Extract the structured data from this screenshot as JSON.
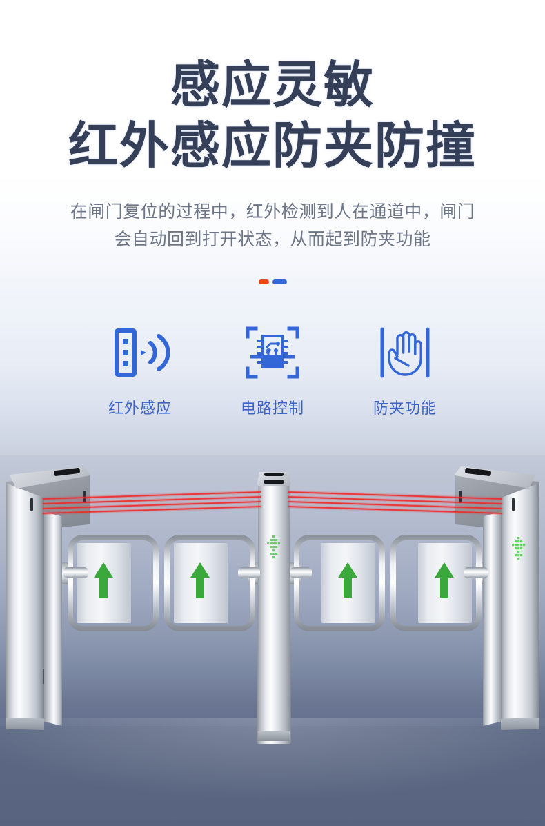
{
  "headline": {
    "line1": "感应灵敏",
    "line2": "红外感应防夹防撞",
    "color": "#353f57"
  },
  "subtitle": {
    "line1": "在闸门复位的过程中，红外检测到人在通道中，闸门",
    "line2": "会自动回到打开状态，从而起到防夹功能",
    "color": "#6d7587"
  },
  "divider": {
    "orange_color": "#ee4613",
    "blue_color": "#3366d6"
  },
  "features": [
    {
      "icon": "infrared-sensor-icon",
      "label": "红外感应"
    },
    {
      "icon": "circuit-chip-icon",
      "label": "电路控制"
    },
    {
      "icon": "anti-pinch-hand-icon",
      "label": "防夹功能"
    }
  ],
  "feature_label_color": "#3a62c8",
  "product": {
    "name": "swing-barrier-turnstile",
    "pillar_count": 3,
    "wing_count": 4,
    "beam_count": 4,
    "beam_color": "#f02a2a",
    "arrow_color": "#3aa83a",
    "indicator_color": "#5fd25f",
    "floor_color": "#5b6782"
  }
}
